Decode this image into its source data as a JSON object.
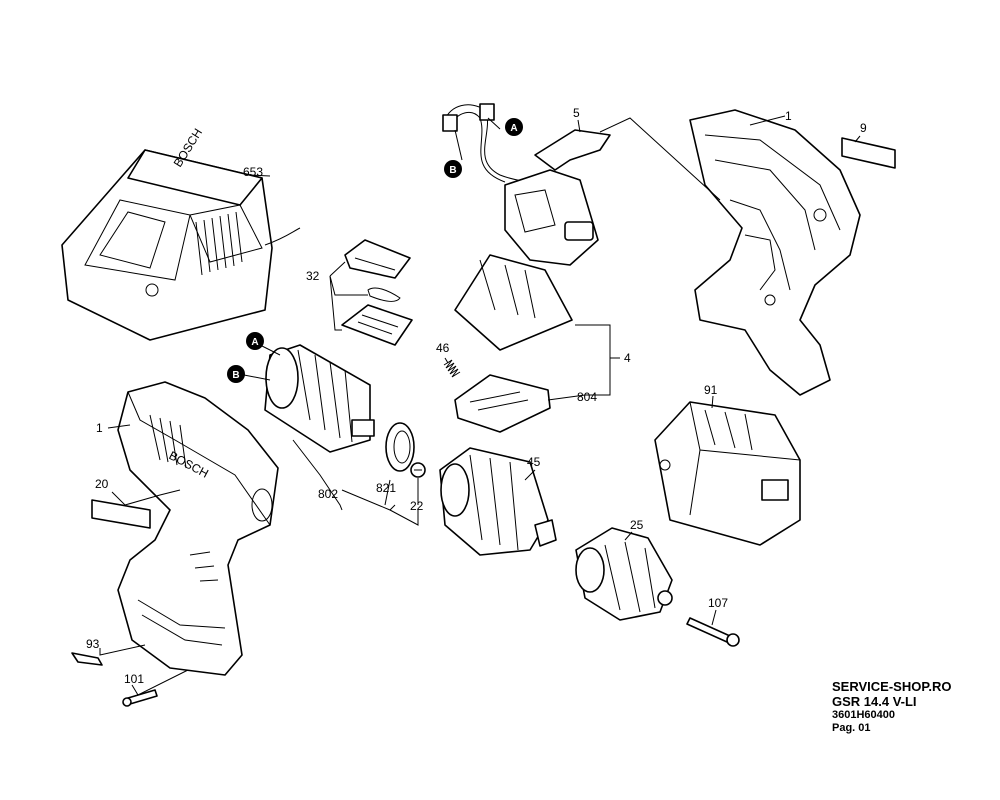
{
  "parts": {
    "p1_top": "1",
    "p1_left": "1",
    "p4": "4",
    "p5": "5",
    "p9": "9",
    "p20": "20",
    "p22": "22",
    "p25": "25",
    "p32": "32",
    "p45": "45",
    "p46": "46",
    "p91": "91",
    "p93": "93",
    "p101": "101",
    "p107": "107",
    "p653": "653",
    "p802": "802",
    "p804": "804",
    "p821": "821"
  },
  "connectors": {
    "a_top": "A",
    "b_top": "B",
    "a_motor": "A",
    "b_motor": "B"
  },
  "branding": {
    "charger_logo": "BOSCH",
    "housing_logo": "BOSCH"
  },
  "info": {
    "site": "SERVICE-SHOP.RO",
    "model": "GSR 14.4 V-LI",
    "code": "3601H60400",
    "page": "Pag. 01"
  },
  "colors": {
    "ink": "#000000",
    "paper": "#ffffff"
  }
}
